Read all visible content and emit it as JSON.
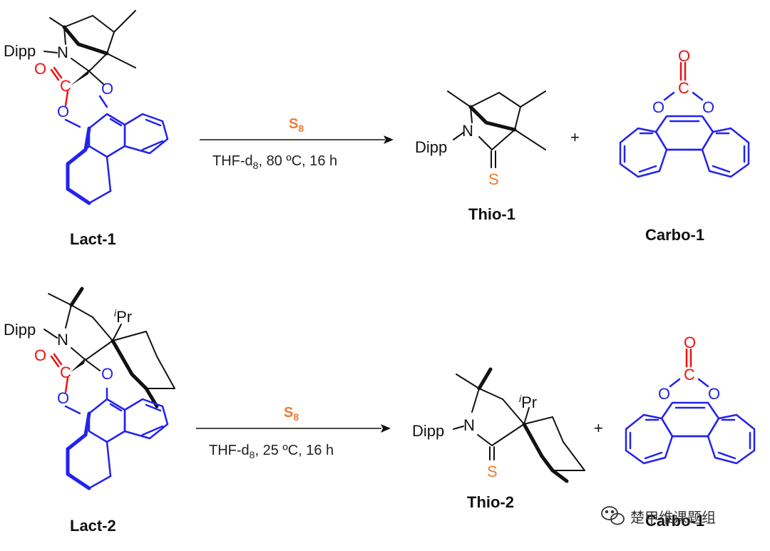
{
  "colors": {
    "bond": "#111111",
    "oxygen_carbon_red": "#ee1111",
    "phenanthrene_blue": "#2222ee",
    "sulfur_orange": "#f07a30",
    "reagent_orange": "#f07a30",
    "watermark": "#333333"
  },
  "reaction1": {
    "reactant_label": "Lact-1",
    "reagent": "S",
    "reagent_sub": "8",
    "conditions_pre": "THF-d",
    "conditions_sub": "8",
    "conditions_post": ", 80 ºC, 16 h",
    "product1_label": "Thio-1",
    "plus": "+",
    "product2_label": "Carbo-1"
  },
  "reaction2": {
    "reactant_label": "Lact-2",
    "reagent": "S",
    "reagent_sub": "8",
    "conditions_pre": "THF-d",
    "conditions_sub": "8",
    "conditions_post": ", 25 ºC, 16 h",
    "product1_label": "Thio-2",
    "plus": "+",
    "product2_label": "Carbo-1"
  },
  "atoms": {
    "dipp": "Dipp",
    "n": "N",
    "o": "O",
    "c": "C",
    "s": "S",
    "ipr_sup": "i",
    "ipr": "Pr"
  },
  "watermark": {
    "icon": "wechat-icon",
    "text": "楚甲维课题组"
  }
}
